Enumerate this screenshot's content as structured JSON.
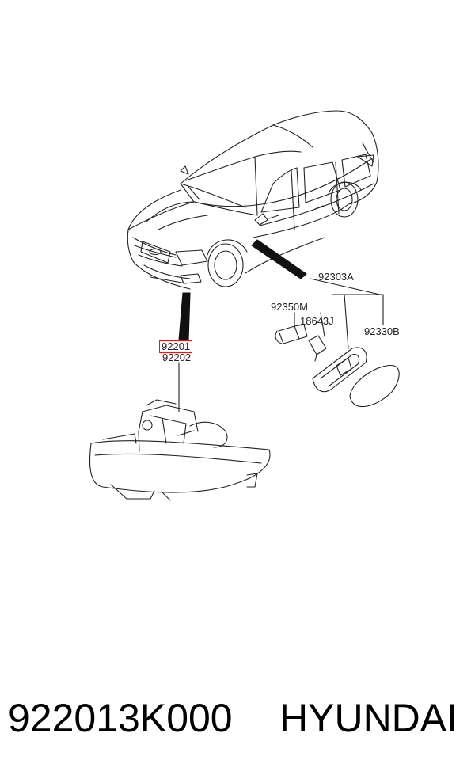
{
  "diagram": {
    "callouts": {
      "fog_lamp_lh": "92201",
      "fog_lamp_rh": "92202",
      "side_repeater_assy": "92303A",
      "bulb": "92350M",
      "socket": "18643J",
      "lens": "92330B"
    },
    "highlight_color": "#d81e1e"
  },
  "footer": {
    "part_number": "922013K000",
    "brand": "HYUNDAI"
  }
}
